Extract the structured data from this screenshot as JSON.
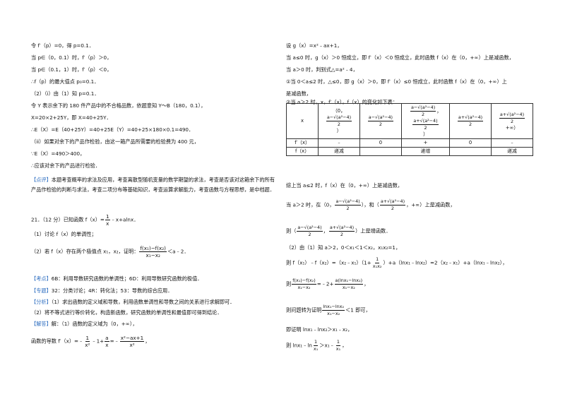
{
  "left": {
    "lines": [
      "令 f′（p）=0，得 p=0.1．",
      "当 p∈（0，0.1）时，f′（p）＞0，",
      "当 p∈（0.1，1）时，f′（p）＜0，",
      "∴f（p）的最大值点 p₀=0.1．",
      "（2）（i）由（1）知 p=0.1．",
      "令 Y 表示余下的 180 件产品中的不合格品数，依题意知 Y～B（180，0.1），",
      "X=20×2+25Y，即 X=40+25Y．",
      "∴E（X）=E（40+25Y）=40+25E（Y）=40+25×180×0.1=490．",
      "（ii）如果对余下的产品作检验，由这一箱产品所需要的检验费为 400 元，",
      "∵E（X）=490＞400，",
      "∴应该对余下的产品进行检验．"
    ],
    "comment_tag": "【点评】",
    "comment_text": "本题考查概率的求法及应用，考查离散型随机变量的数学期望的求法，考查是否该对这箱余下的所有产品作检验的判断与求法，考查二项分布等基础知识，考查运算求解能力，考查函数与方程思想，是中档题．",
    "q21_prefix": "21．（12 分）已知函数 f（x）=",
    "q21_num": "1",
    "q21_den": "x",
    "q21_suffix": "﹣x+alnx．",
    "q21_part1": "（1）讨论 f（x）的单调性；",
    "q21_part2_prefix": "（2）若 f（x）存在两个极值点 x₁，x₂，证明：",
    "q21_part2_num": "f(x₁)−f(x₂)",
    "q21_part2_den": "x₁−x₂",
    "q21_part2_suffix": "＜a﹣2．",
    "kaodian_tag": "【考点】",
    "kaodian_text": "6B：利用导数研究函数的单调性；6D：利用导数研究函数的极值．",
    "zhuanti_tag": "【专题】",
    "zhuanti_text": "32：分类讨论；4R：转化法；53：导数的综合应用．",
    "fenxi_tag": "【分析】",
    "fenxi_text1": "（1）求出函数的定义域和导数，利用函数单调性和导数之间的关系进行求解即可．",
    "fenxi_text2": "（2）将不等式进行等价转化，构造新函数，研究函数的单调性和最值即可得到结论．",
    "jieda_tag": "【解答】",
    "jieda_text": "解：（1）函数的定义域为（0，+∞），",
    "deriv_prefix": "函数的导数 f′（x）=﹣",
    "deriv_f1_num": "1",
    "deriv_f1_den": "x²",
    "deriv_mid": "﹣1+",
    "deriv_f2_num": "a",
    "deriv_f2_den": "x",
    "deriv_eq": "=﹣",
    "deriv_f3_num": "x²−ax+1",
    "deriv_f3_den": "x²",
    "deriv_end": "，"
  },
  "right": {
    "l1": "设 g（x）=x²﹣ax+1，",
    "l2": "当 a≤0 时，g（x）＞0 恒成立，即 f′（x）＜0 恒成立，此时函数 f（x）在（0，+∞）上是减函数，",
    "l3": "当 a＞0 时，判别式△=a²﹣4，",
    "l4": "①当 0＜a≤2 时，△≤0，即 g（x）＞0，即 f′（x）≤0 恒成立，此时函数 f（x）在（0，+∞）上",
    "l5": "是减函数，",
    "l6": "②当 a＞2 时，x，f′（x），f（x）的变化如下表：",
    "table": {
      "head": [
        "x",
        "（0，",
        "a−√(a²−4)",
        "2",
        "）"
      ],
      "h_x": "x",
      "c1_top": "（0，",
      "root_minus_num": "a−√(a²−4)",
      "root_plus_num": "a+√(a²−4)",
      "den": "2",
      "close": "）",
      "comma": "，",
      "inf": "+∞）",
      "row_fp_label": "f′（x）",
      "row_fp": [
        "﹣",
        "0",
        "+",
        "0",
        "﹣"
      ],
      "row_f_label": "f（x）",
      "row_f": [
        "递减",
        "",
        "递增",
        "",
        "递减"
      ]
    },
    "l7": "综上当 a≤2 时，f（x）在（0，+∞）上是减函数，",
    "l8_prefix": "当 a＞2 时，在（0，",
    "l8_mid": "），和（",
    "l8_end": "，+∞）上是减函数，",
    "l9_prefix": "则（",
    "l9_comma": "，",
    "l9_end": "）上是增函数．",
    "l10": "（2）由（1）知 a＞2，0＜x₁＜1＜x₂，x₁x₂=1，",
    "l11_prefix": "则 f（x₁）﹣f（x₂）=（x₂﹣x₁）（1+",
    "l11_num": "1",
    "l11_den": "x₁x₂",
    "l11_suffix": "）+a（lnx₁﹣lnx₂）=2（x₂﹣x₁）+a（lnx₁﹣lnx₂），",
    "l12_prefix": "则",
    "l12_num": "f(x₁)−f(x₂)",
    "l12_den": "x₁−x₂",
    "l12_mid": "=﹣2+",
    "l12_num2": "a(lnx₁−lnx₂)",
    "l12_den2": "x₁−x₂",
    "l12_end": "，",
    "l13_prefix": "则问题转为证明",
    "l13_num": "lnx₁−lnx₂",
    "l13_den": "x₁−x₂",
    "l13_end": "＜1 即可，",
    "l14": "即证明 lnx₁﹣lnx₂＞x₁﹣x₂，",
    "l15_prefix": "则 lnx₁﹣ln",
    "l15_num": "1",
    "l15_den": "x₁",
    "l15_mid": "＞x₁﹣",
    "l15_num2": "1",
    "l15_den2": "x₁",
    "l15_end": "，"
  }
}
